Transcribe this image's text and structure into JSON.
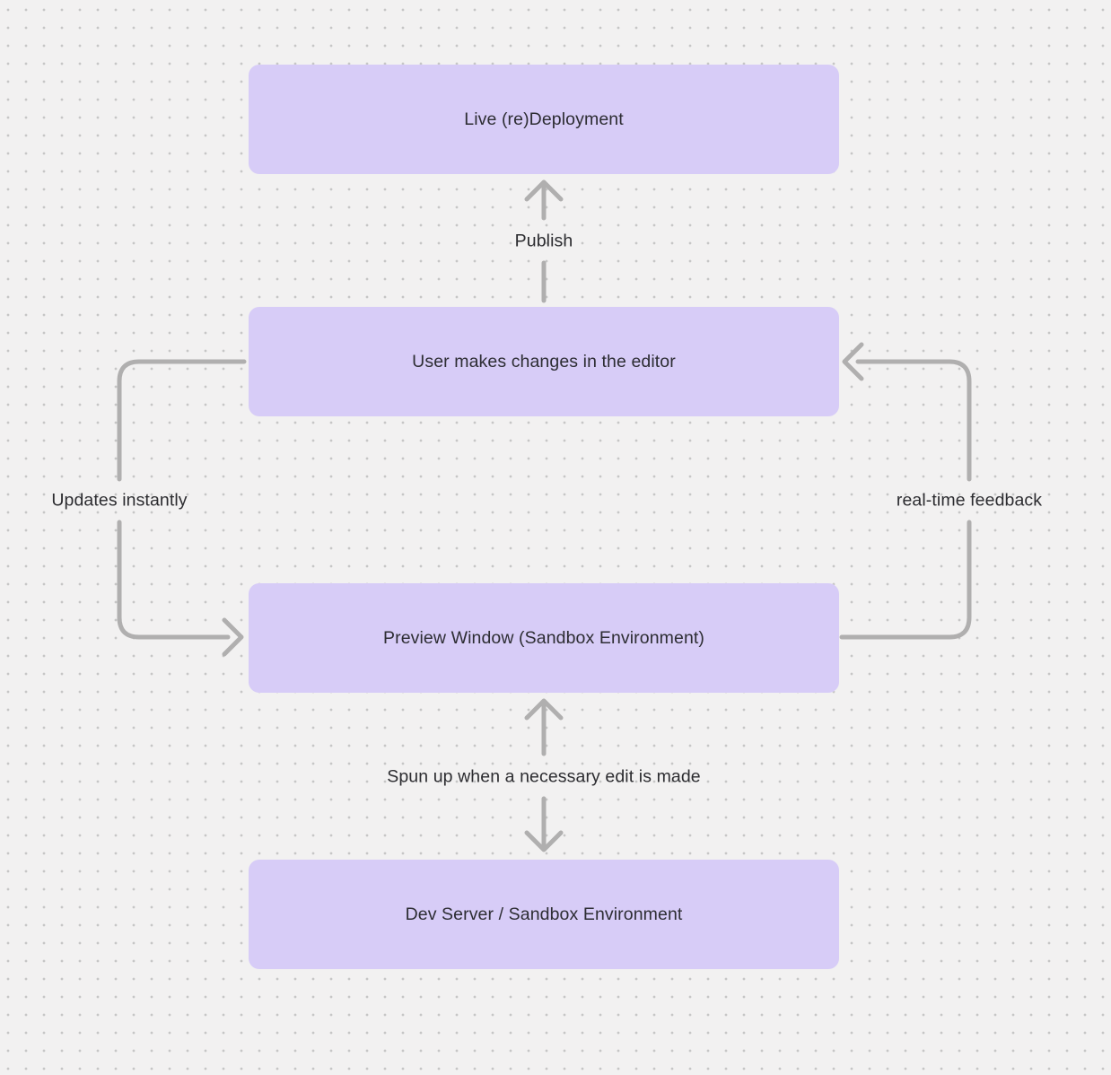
{
  "diagram": {
    "nodes": [
      {
        "id": "live-redeployment",
        "label": "Live (re)Deployment"
      },
      {
        "id": "user-edits",
        "label": "User makes changes in the editor"
      },
      {
        "id": "preview-window",
        "label": "Preview Window (Sandbox Environment)"
      },
      {
        "id": "dev-server",
        "label": "Dev Server / Sandbox Environment"
      }
    ],
    "edges": [
      {
        "id": "publish",
        "label": "Publish",
        "from": "user-edits",
        "to": "live-redeployment",
        "bidirectional": false
      },
      {
        "id": "updates-instantly",
        "label": "Updates instantly",
        "from": "user-edits",
        "to": "preview-window",
        "bidirectional": false
      },
      {
        "id": "realtime-feedback",
        "label": "real-time feedback",
        "from": "preview-window",
        "to": "user-edits",
        "bidirectional": false
      },
      {
        "id": "spun-up",
        "label": "Spun up when a necessary edit is made",
        "from": "dev-server",
        "to": "preview-window",
        "bidirectional": true
      }
    ],
    "colors": {
      "background": "#f2f1f1",
      "grid_dot": "#c6c6c6",
      "node_fill": "#d7ccf7",
      "arrow": "#b0afaf",
      "text": "#2d2d33"
    }
  }
}
